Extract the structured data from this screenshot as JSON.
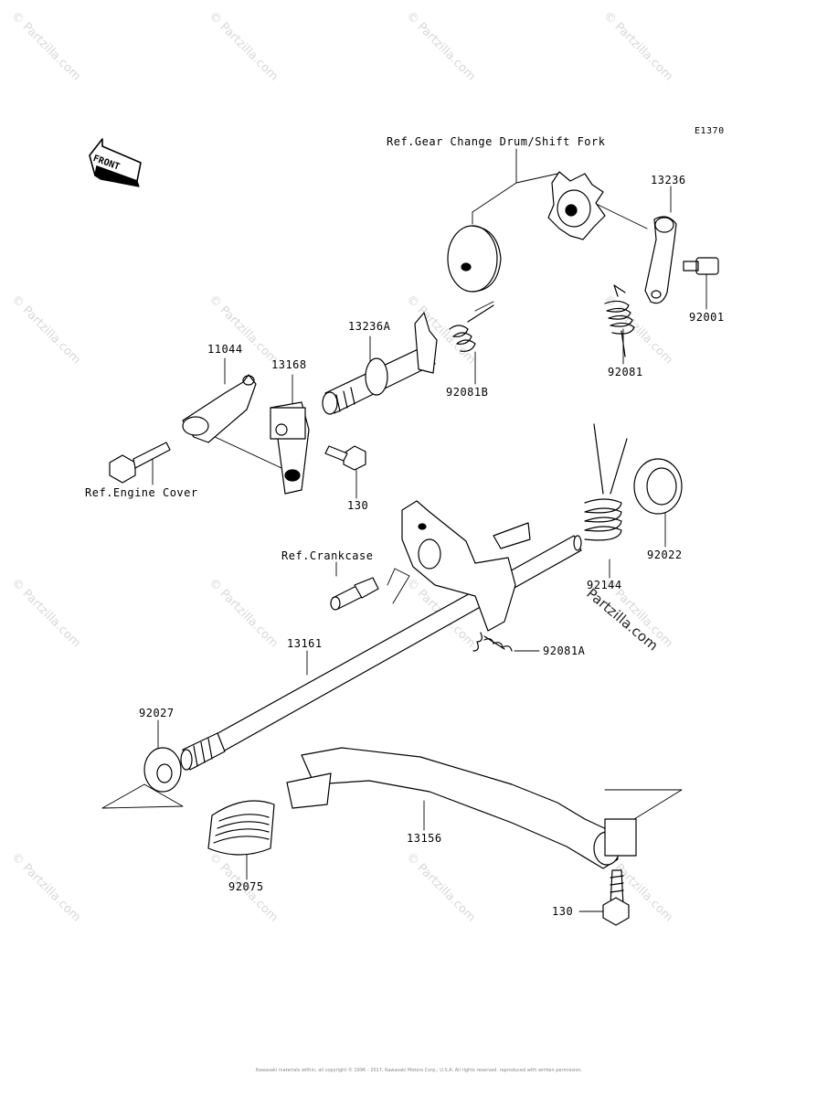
{
  "diagram_code": "E1370",
  "front_label": "FRONT",
  "labels": {
    "ref_gear": "Ref.Gear Change Drum/Shift Fork",
    "p13236": "13236",
    "p92001": "92001",
    "p92081": "92081",
    "p13236A": "13236A",
    "p92081B": "92081B",
    "p11044": "11044",
    "p13168": "13168",
    "ref_engine": "Ref.Engine Cover",
    "p130a": "130",
    "p92022": "92022",
    "p92144": "92144",
    "ref_crank": "Ref.Crankcase",
    "p92081A": "92081A",
    "p13161": "13161",
    "p92027": "92027",
    "p13156": "13156",
    "p92075": "92075",
    "p130b": "130"
  },
  "watermark": "© Partzilla.com",
  "watermark_dark": "Partzilla.com",
  "footer": "Kawasaki materials within, all copyright © 1996 - 2017, Kawasaki Motors Corp., U.S.A. All rights reserved. reproduced with written permission."
}
